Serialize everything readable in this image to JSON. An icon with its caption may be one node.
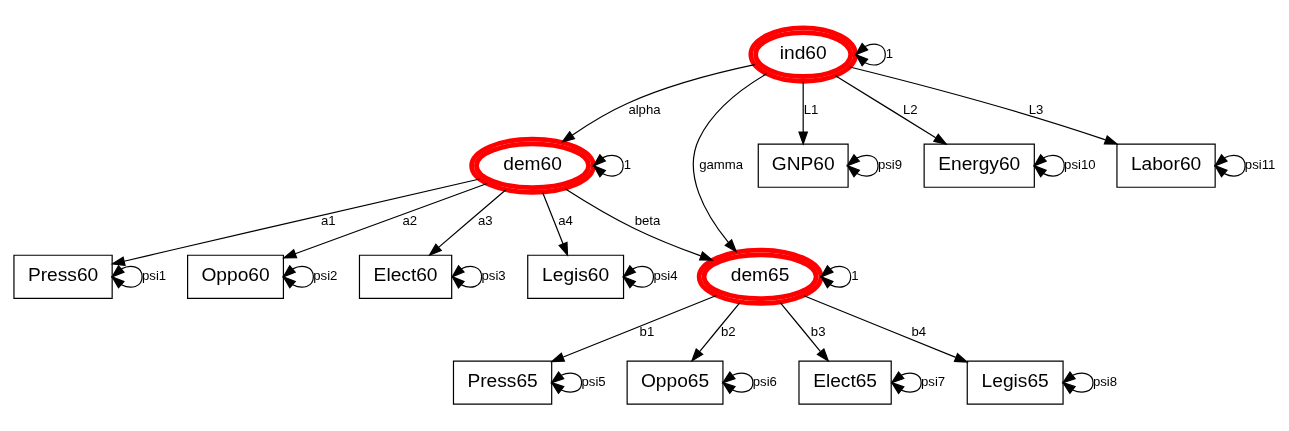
{
  "diagram": {
    "nodes": [
      {
        "text": [
          "ind60"
        ]
      },
      {
        "text": [
          "dem60"
        ]
      },
      {
        "text": [
          "dem65"
        ]
      },
      {
        "text": [
          "GNP60"
        ]
      },
      {
        "text": [
          "Energy60"
        ]
      },
      {
        "text": [
          "Labor60"
        ]
      },
      {
        "text": [
          "Press60"
        ]
      },
      {
        "text": [
          "Oppo60"
        ]
      },
      {
        "text": [
          "Elect60"
        ]
      },
      {
        "text": [
          "Legis60"
        ]
      },
      {
        "text": [
          "Press65"
        ]
      },
      {
        "text": [
          "Oppo65"
        ]
      },
      {
        "text": [
          "Elect65"
        ]
      },
      {
        "text": [
          "Legis65"
        ]
      }
    ],
    "edges": [
      {
        "from": 0,
        "to": 1,
        "arrow": "to",
        "label": "alpha"
      },
      {
        "from": 0,
        "to": 2,
        "arrow": "to",
        "label": "gamma"
      },
      {
        "from": 0,
        "to": 3,
        "arrow": "to",
        "label": "L1"
      },
      {
        "from": 0,
        "to": 4,
        "arrow": "to",
        "label": "L2"
      },
      {
        "from": 0,
        "to": 5,
        "arrow": "to",
        "label": "L3"
      },
      {
        "from": 1,
        "to": 2,
        "arrow": "to",
        "label": "beta"
      },
      {
        "from": 1,
        "to": 6,
        "arrow": "to",
        "label": "a1"
      },
      {
        "from": 1,
        "to": 7,
        "arrow": "to",
        "label": "a2"
      },
      {
        "from": 1,
        "to": 8,
        "arrow": "to",
        "label": "a3"
      },
      {
        "from": 1,
        "to": 9,
        "arrow": "to",
        "label": "a4"
      },
      {
        "from": 2,
        "to": 10,
        "arrow": "to",
        "label": "b1"
      },
      {
        "from": 2,
        "to": 11,
        "arrow": "to",
        "label": "b2"
      },
      {
        "from": 2,
        "to": 12,
        "arrow": "to",
        "label": "b3"
      },
      {
        "from": 2,
        "to": 13,
        "arrow": "to",
        "label": "b4"
      },
      {
        "from": 0,
        "to": 0,
        "arrow": "both",
        "label": "1"
      },
      {
        "from": 1,
        "to": 1,
        "arrow": "both",
        "label": "1"
      },
      {
        "from": 2,
        "to": 2,
        "arrow": "both",
        "label": "1"
      },
      {
        "from": 3,
        "to": 3,
        "arrow": "both",
        "label": "psi9"
      },
      {
        "from": 4,
        "to": 4,
        "arrow": "both",
        "label": "psi10"
      },
      {
        "from": 5,
        "to": 5,
        "arrow": "both",
        "label": "psi11"
      },
      {
        "from": 6,
        "to": 6,
        "arrow": "both",
        "label": "psi1"
      },
      {
        "from": 7,
        "to": 7,
        "arrow": "both",
        "label": "psi2"
      },
      {
        "from": 8,
        "to": 8,
        "arrow": "both",
        "label": "psi3"
      },
      {
        "from": 9,
        "to": 9,
        "arrow": "both",
        "label": "psi4"
      },
      {
        "from": 10,
        "to": 10,
        "arrow": "both",
        "label": "psi5"
      },
      {
        "from": 11,
        "to": 11,
        "arrow": "both",
        "label": "psi6"
      },
      {
        "from": 12,
        "to": 12,
        "arrow": "both",
        "label": "psi7"
      },
      {
        "from": 13,
        "to": 13,
        "arrow": "both",
        "label": "psi8"
      }
    ]
  }
}
